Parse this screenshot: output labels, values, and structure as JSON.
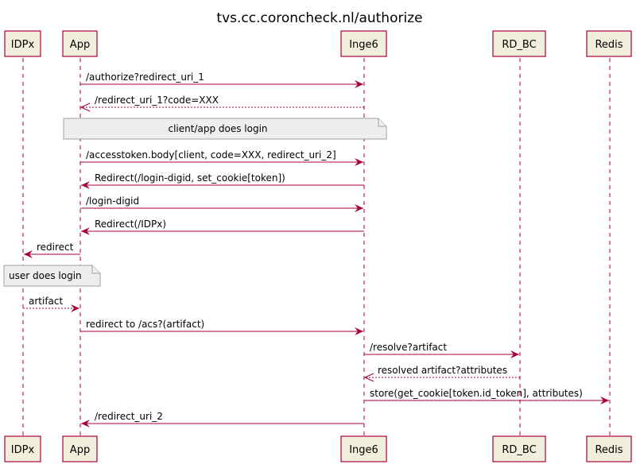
{
  "title": "tvs.cc.coroncheck.nl/authorize",
  "participants": [
    {
      "id": "idpx",
      "label": "IDPx"
    },
    {
      "id": "app",
      "label": "App"
    },
    {
      "id": "inge6",
      "label": "Inge6"
    },
    {
      "id": "rdbc",
      "label": "RD_BC"
    },
    {
      "id": "redis",
      "label": "Redis"
    }
  ],
  "messages": [
    {
      "from": "app",
      "to": "inge6",
      "label": "/authorize?redirect_uri_1",
      "style": "solid"
    },
    {
      "from": "inge6",
      "to": "app",
      "label": "/redirect_uri_1?code=XXX",
      "style": "dashed"
    },
    {
      "from": "app",
      "to": "inge6",
      "label": "/accesstoken.body[client, code=XXX, redirect_uri_2]",
      "style": "solid"
    },
    {
      "from": "inge6",
      "to": "app",
      "label": "Redirect(/login-digid, set_cookie[token])",
      "style": "solid"
    },
    {
      "from": "app",
      "to": "inge6",
      "label": "/login-digid",
      "style": "solid"
    },
    {
      "from": "inge6",
      "to": "app",
      "label": "Redirect(/IDPx)",
      "style": "solid"
    },
    {
      "from": "app",
      "to": "idpx",
      "label": "redirect",
      "style": "solid"
    },
    {
      "from": "idpx",
      "to": "app",
      "label": "artifact",
      "style": "dashed"
    },
    {
      "from": "app",
      "to": "inge6",
      "label": "redirect to /acs?(artifact)",
      "style": "solid"
    },
    {
      "from": "inge6",
      "to": "rdbc",
      "label": "/resolve?artifact",
      "style": "solid"
    },
    {
      "from": "rdbc",
      "to": "inge6",
      "label": "resolved artifact?attributes",
      "style": "dashed"
    },
    {
      "from": "inge6",
      "to": "redis",
      "label": "store(get_cookie[token.id_token], attributes)",
      "style": "solid"
    },
    {
      "from": "inge6",
      "to": "app",
      "label": "/redirect_uri_2",
      "style": "solid"
    }
  ],
  "notes": [
    {
      "label": "client/app does login"
    },
    {
      "label": "user does login"
    }
  ]
}
